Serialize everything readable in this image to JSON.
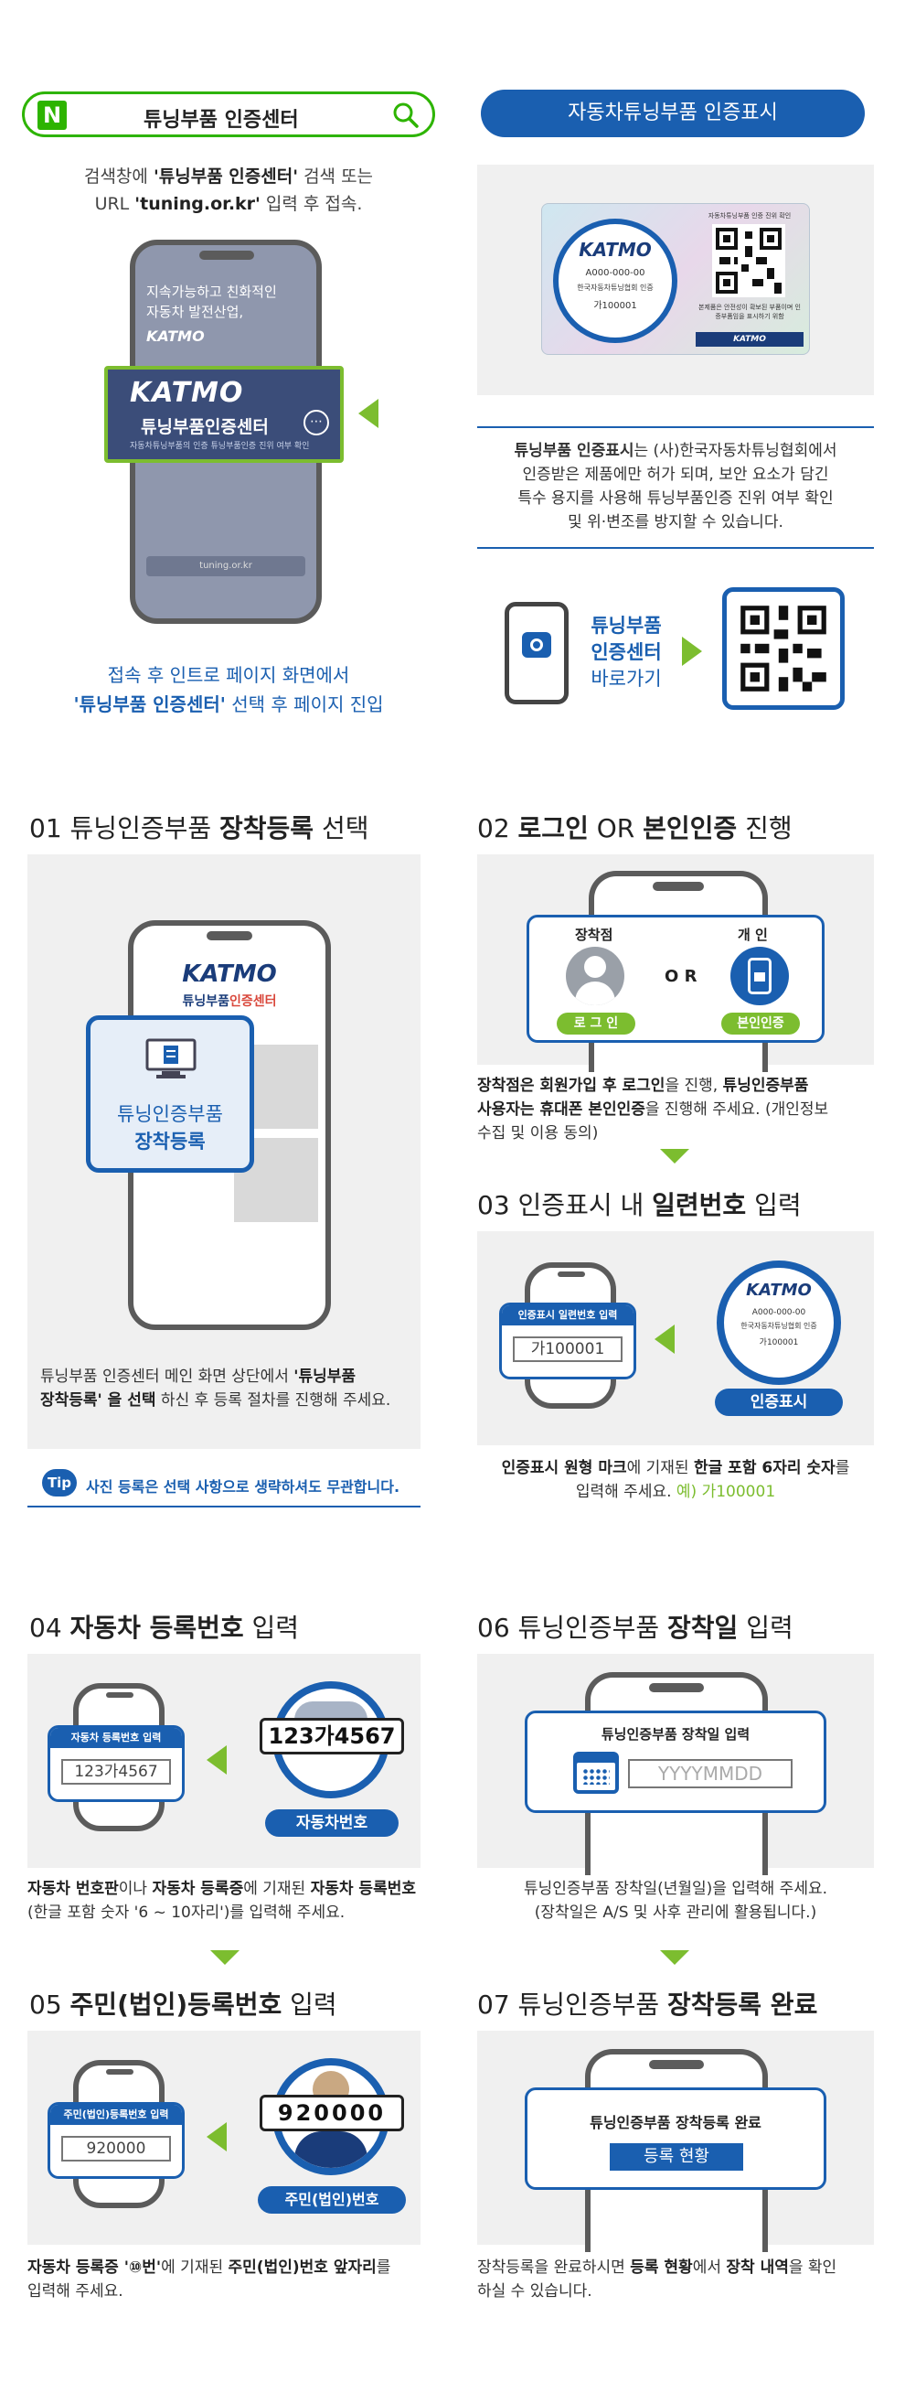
{
  "header": {
    "search_logo": "N",
    "search_text": "튜닝부품 인증센터",
    "right_pill": "자동차튜닝부품 인증표시"
  },
  "intro": {
    "line1_a": "검색창에 ",
    "line1_b": "'튜닝부품 인증센터'",
    "line1_c": " 검색 또는",
    "line2_a": "URL ",
    "line2_b": "'tuning.or.kr'",
    "line2_c": " 입력 후 접속.",
    "phone_screen_text1": "지속가능하고 친화적인",
    "phone_screen_text2": "자동차 발전산업,",
    "phone_logo": "KATMO",
    "banner_logo": "KATMO",
    "banner_title": "튜닝부품인증센터",
    "banner_sub": "자동차튜닝부품의 인증 튜닝부품인증 진위 여부 확인",
    "phone_url": "tuning.or.kr",
    "caption1": "접속 후 인트로 페이지 화면에서",
    "caption2_a": "'튜닝부품 인증센터'",
    "caption2_b": " 선택 후 페이지 진입"
  },
  "label_sample": {
    "seal_logo": "KATMO",
    "seal_code": "A000-000-00",
    "seal_org": "한국자동차튜닝협회 인증",
    "seal_serial": "가100001",
    "label_header": "자동차튜닝부품 인증 진위 확인",
    "label_note": "본제품은 안전성이 확보된 부품이며 인증부품임을 표시하기 위함",
    "label_footer": "KATMO"
  },
  "label_desc": {
    "line1_a": "튜닝부품 인증표시",
    "line1_b": "는 (사)한국자동차튜닝협회에서",
    "line2": "인증받은 제품에만 허가 되며, 보안 요소가 담긴",
    "line3": "특수 용지를 사용해 튜닝부품인증 진위 여부 확인",
    "line4": "및 위·변조를 방지할 수 있습니다."
  },
  "shortcut": {
    "line1": "튜닝부품",
    "line2": "인증센터",
    "line3": "바로가기"
  },
  "step01": {
    "num": "01",
    "title_a": "튜닝인증부품 ",
    "title_b": "장착등록",
    "title_c": " 선택",
    "phone_logo": "KATMO",
    "phone_sub_a": "튜닝부품",
    "phone_sub_b": "인증센터",
    "popup_line1": "튜닝인증부품",
    "popup_line2": "장착등록",
    "desc_line1_a": "튜닝부품 인증센터 메인 화면 상단에서 ",
    "desc_line1_b": "'튜닝부품",
    "desc_line2_a": "장착등록' 을 선택",
    "desc_line2_b": " 하신 후 등록 절차를 진행해 주세요.",
    "tip_badge": "Tip",
    "tip_text": "사진 등록은 선택 사항으로 생략하셔도 무관합니다."
  },
  "step02": {
    "num": "02",
    "title_a": "로그인",
    "title_b": " OR ",
    "title_c": "본인인증",
    "title_d": " 진행",
    "left_label": "장착점",
    "right_label": "개 인",
    "or_text": "O R",
    "left_pill": "로 그 인",
    "right_pill": "본인인증",
    "desc_line1_a": "장착점은 회원가입 후 로그인",
    "desc_line1_b": "을 진행, ",
    "desc_line1_c": "튜닝인증부품",
    "desc_line2_a": "사용자는 휴대폰 본인인증",
    "desc_line2_b": "을 진행해 주세요. (개인정보",
    "desc_line3": "수집 및 이용 동의)"
  },
  "step03": {
    "num": "03",
    "title_a": "인증표시 내 ",
    "title_b": "일련번호",
    "title_c": " 입력",
    "card_head": "인증표시 일련번호 입력",
    "card_value": "가100001",
    "seal_logo": "KATMO",
    "seal_code": "A000-000-00",
    "seal_org": "한국자동차튜닝협회 인증",
    "seal_serial": "가100001",
    "pill": "인증표시",
    "desc_line1_a": "인증표시 원형 마크",
    "desc_line1_b": "에 기재된 ",
    "desc_line1_c": "한글 포함 6자리 숫자",
    "desc_line1_d": "를",
    "desc_line2_a": "입력해 주세요. ",
    "desc_line2_b": "예) 가100001"
  },
  "step04": {
    "num": "04",
    "title_a": "자동차 등록번호",
    "title_b": " 입력",
    "card_head": "자동차 등록번호 입력",
    "card_value": "123가4567",
    "plate": "123가4567",
    "pill": "자동차번호",
    "desc_line1_a": "자동차 번호판",
    "desc_line1_b": "이나 ",
    "desc_line1_c": "자동차 등록증",
    "desc_line1_d": "에 기재된 ",
    "desc_line1_e": "자동차 등록번호",
    "desc_line2": "(한글 포함 숫자 '6 ~ 10자리')를 입력해 주세요."
  },
  "step05": {
    "num": "05",
    "title_a": "주민(법인)등록번호",
    "title_b": " 입력",
    "card_head": "주민(법인)등록번호 입력",
    "card_value": "920000",
    "plate": "920000",
    "pill": "주민(법인)번호",
    "desc_line1_a": "자동차 등록증 ",
    "desc_line1_b": "'⑩번'",
    "desc_line1_c": "에 기재된 ",
    "desc_line1_d": "주민(법인)번호 앞자리",
    "desc_line1_e": "를",
    "desc_line2": "입력해 주세요."
  },
  "step06": {
    "num": "06",
    "title_a": "튜닝인증부품 ",
    "title_b": "장착일",
    "title_c": " 입력",
    "card_head": "튜닝인증부품 장착일 입력",
    "card_placeholder": "YYYYMMDD",
    "desc_line1": "튜닝인증부품 장착일(년월일)을 입력해 주세요.",
    "desc_line2": "(장착일은 A/S 및 사후 관리에 활용됩니다.)"
  },
  "step07": {
    "num": "07",
    "title_a": "튜닝인증부품 ",
    "title_b": "장착등록 완료",
    "card_head": "튜닝인증부품 장착등록 완료",
    "button": "등록 현황",
    "desc_line1_a": "장착등록을 완료하시면 ",
    "desc_line1_b": "등록 현황",
    "desc_line1_c": "에서 ",
    "desc_line1_d": "장착 내역",
    "desc_line1_e": "을 확인",
    "desc_line2": "하실 수 있습니다."
  },
  "colors": {
    "primary_blue": "#1a5fb0",
    "accent_green": "#7cbd2f",
    "naver_green": "#2db400",
    "panel_gray": "#f0f0f0"
  }
}
